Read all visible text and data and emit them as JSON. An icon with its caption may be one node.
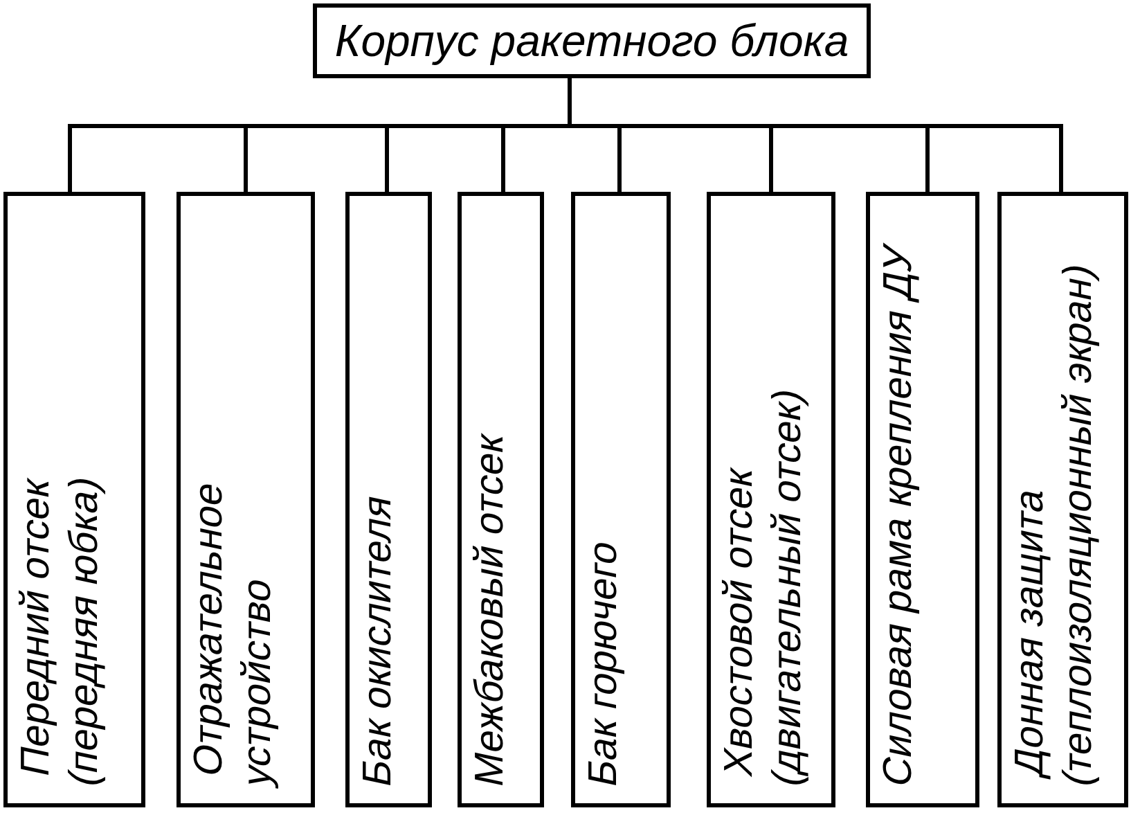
{
  "diagram": {
    "nodes": [
      {
        "text": [
          "Корпус ракетного блока"
        ]
      },
      {
        "text": [
          "Передний отсек (передняя юбка)"
        ]
      },
      {
        "text": [
          "Отражательное устройство"
        ]
      },
      {
        "text": [
          "Бак окислителя"
        ]
      },
      {
        "text": [
          "Межбаковый отсек"
        ]
      },
      {
        "text": [
          "Бак горючего"
        ]
      },
      {
        "text": [
          "Хвостовой отсек (двигательный отсек)"
        ]
      },
      {
        "text": [
          "Силовая рама крепления ДУ"
        ]
      },
      {
        "text": [
          "Донная защита (теплоизоляционный экран)"
        ]
      }
    ],
    "edges": [
      {
        "from": 0,
        "to": 1,
        "arrow": "none"
      },
      {
        "from": 0,
        "to": 2,
        "arrow": "none"
      },
      {
        "from": 0,
        "to": 3,
        "arrow": "none"
      },
      {
        "from": 0,
        "to": 4,
        "arrow": "none"
      },
      {
        "from": 0,
        "to": 5,
        "arrow": "none"
      },
      {
        "from": 0,
        "to": 6,
        "arrow": "none"
      },
      {
        "from": 0,
        "to": 7,
        "arrow": "none"
      },
      {
        "from": 0,
        "to": 8,
        "arrow": "none"
      }
    ]
  }
}
